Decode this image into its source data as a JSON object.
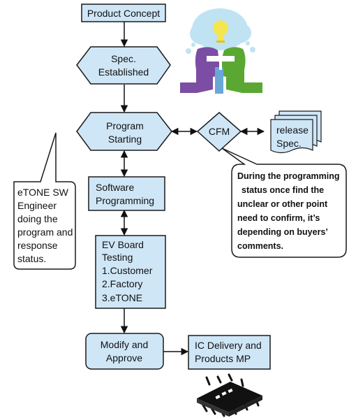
{
  "colors": {
    "box_fill": "#cfe6f7",
    "box_stroke": "#1a1a1a",
    "callout_fill": "#ffffff",
    "bulb_bg": "#bfe3f2",
    "bulb": "#f3e650",
    "person_left": "#7b4ea3",
    "person_right": "#5aa832",
    "person_accent": "#6aa6d8"
  },
  "flow": {
    "product_concept": "Product Concept",
    "spec_established": [
      "Spec.",
      "Established"
    ],
    "program_starting": [
      "Program",
      "Starting"
    ],
    "cfm": "CFM",
    "release_spec": [
      "release",
      "Spec."
    ],
    "software_programming": [
      "Software",
      "Programming"
    ],
    "ev_board_testing": [
      "EV Board",
      "Testing",
      "1.Customer",
      "2.Factory",
      "3.eTONE"
    ],
    "modify_approve": [
      "Modify and",
      "Approve"
    ],
    "ic_delivery": [
      "IC Delivery and",
      "Products MP"
    ]
  },
  "callouts": {
    "etone_engineer": [
      "eTONE SW",
      "Engineer",
      "doing the",
      "program and",
      "response",
      "status."
    ],
    "programming_status": [
      "During the programming",
      "status once find the",
      "unclear or other point",
      "need to confirm, it’s",
      "depending on buyers’",
      "comments."
    ]
  },
  "icons": {
    "idea": "people-idea-lightbulb-icon",
    "chip": "ic-chip-icon",
    "document": "document-stack-icon"
  }
}
